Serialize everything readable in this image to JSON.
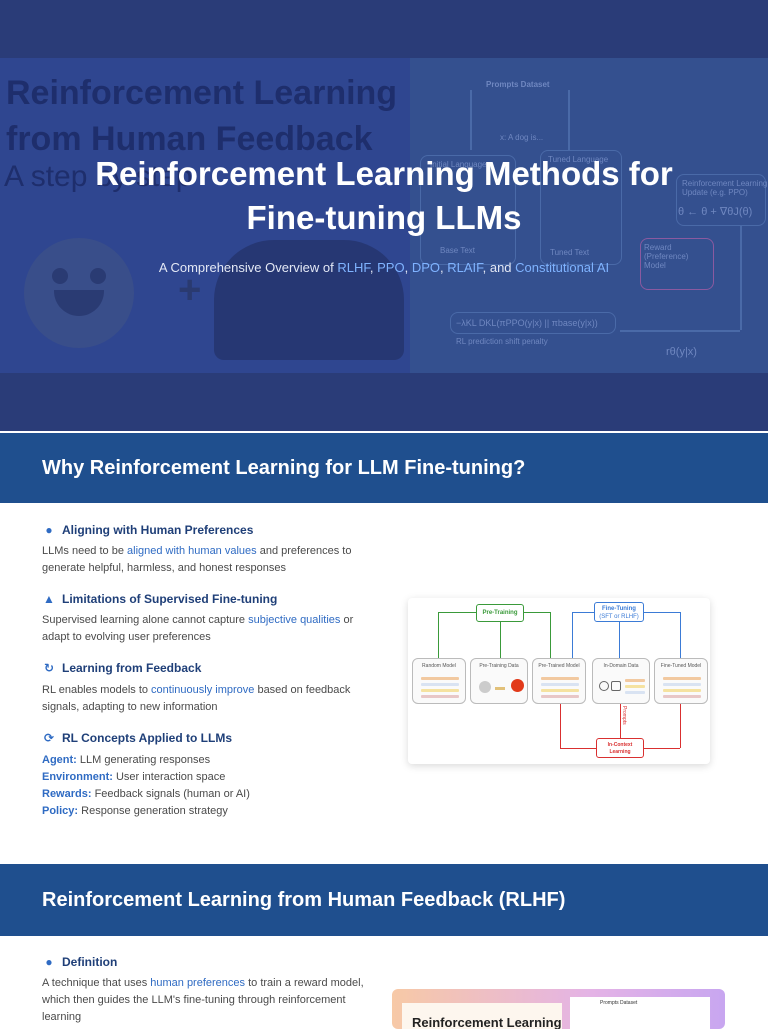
{
  "hero": {
    "bg_title": [
      "Reinforcement Learning",
      "from  Human Feedback"
    ],
    "bg_subtitle": "A step by step",
    "bg_plus": "+",
    "diagram_labels": {
      "prompts": "Prompts Dataset",
      "initial": "Initial Language",
      "tuned": "Tuned Language",
      "rl_update": "Reinforcement Learning",
      "reward": "Reward (Preference) Model",
      "penalty": "RL prediction shift penalty",
      "base_text": "Base Text",
      "tuned_text": "Tuned Text",
      "dog": "x: A dog is...",
      "update_sub": "Update (e.g. PPO)",
      "ppo_formula": "θ ← θ + ∇θJ(θ)",
      "kl_formula": "−λKL DKL(πPPO(y|x) || πbase(y|x))",
      "reward_formula": "rθ(y|x)"
    },
    "title_line1": "Reinforcement Learning Methods for",
    "title_line2": "Fine-tuning LLMs",
    "subtitle_prefix": "A Comprehensive Overview of ",
    "methods": [
      "RLHF",
      "PPO",
      "DPO",
      "RLAIF"
    ],
    "subtitle_and": ", and ",
    "method_last": "Constitutional AI",
    "sep": ", "
  },
  "section1": {
    "title": "Why Reinforcement Learning for LLM Fine-tuning?",
    "items": [
      {
        "icon": "lightbulb-icon",
        "title": "Aligning with Human Preferences",
        "text_before": "LLMs need to be ",
        "highlight": "aligned with human values",
        "text_after": " and preferences to generate helpful, harmless, and honest responses"
      },
      {
        "icon": "warning-icon",
        "title": "Limitations of Supervised Fine-tuning",
        "text_before": "Supervised learning alone cannot capture ",
        "highlight": "subjective qualities",
        "text_after": " or adapt to evolving user preferences"
      },
      {
        "icon": "refresh-icon",
        "title": "Learning from Feedback",
        "text_before": "RL enables models to ",
        "highlight": "continuously improve",
        "text_after": " based on feedback signals, adapting to new information"
      }
    ],
    "concepts": {
      "icon": "cycle-icon",
      "title": "RL Concepts Applied to LLMs",
      "rows": [
        {
          "term": "Agent:",
          "desc": " LLM generating responses"
        },
        {
          "term": "Environment:",
          "desc": " User interaction space"
        },
        {
          "term": "Rewards:",
          "desc": " Feedback signals (human or AI)"
        },
        {
          "term": "Policy:",
          "desc": " Response generation strategy"
        }
      ]
    },
    "figure": {
      "pretraining": "Pre-Training",
      "finetuning": "Fine-Tuning",
      "finetuning_sub": "(SFT or RLHF)",
      "boxes": [
        "Random Model",
        "Pre-Training Data",
        "Pre-Trained Model",
        "In-Domain Data",
        "Fine-Tuned Model"
      ],
      "prompts": "Prompts",
      "icl": "In-Context",
      "icl2": "Learning",
      "green": "#3a9a3a",
      "blue": "#3b7bd6",
      "red": "#d93030"
    }
  },
  "section2": {
    "title": "Reinforcement Learning from Human Feedback (RLHF)",
    "definition": {
      "icon": "lightbulb-icon",
      "title": "Definition",
      "text_before": "A technique that uses ",
      "highlight": "human preferences",
      "text_after": " to train a reward model, which then guides the LLM's fine-tuning through reinforcement learning"
    },
    "card_title": "Reinforcement Learning",
    "card_prompts": "Prompts Dataset"
  }
}
